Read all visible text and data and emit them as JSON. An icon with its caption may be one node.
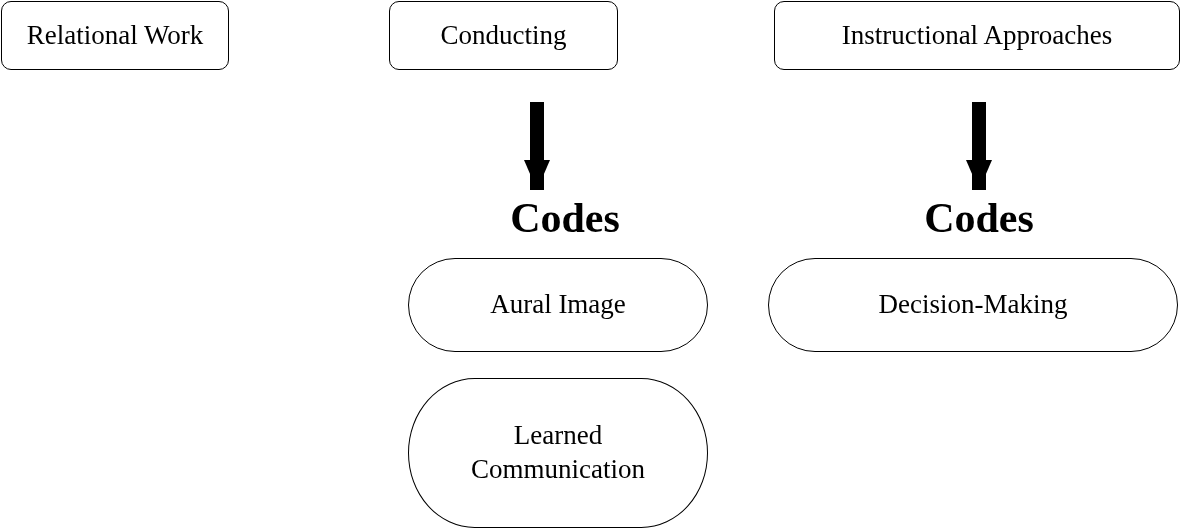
{
  "diagram": {
    "nodes": [
      {
        "text": [
          "Relational Work"
        ]
      },
      {
        "text": [
          "Conducting"
        ]
      },
      {
        "text": [
          "Instructional Approaches"
        ]
      },
      {
        "text": [
          "Codes"
        ]
      },
      {
        "text": [
          "Aural Image"
        ]
      },
      {
        "text": [
          "Learned Communication"
        ]
      },
      {
        "text": [
          "Codes"
        ]
      },
      {
        "text": [
          "Decision-Making"
        ]
      }
    ],
    "edges": [
      {
        "from": 1,
        "to": 3,
        "arrow": "to"
      },
      {
        "from": 2,
        "to": 6,
        "arrow": "to"
      }
    ]
  }
}
